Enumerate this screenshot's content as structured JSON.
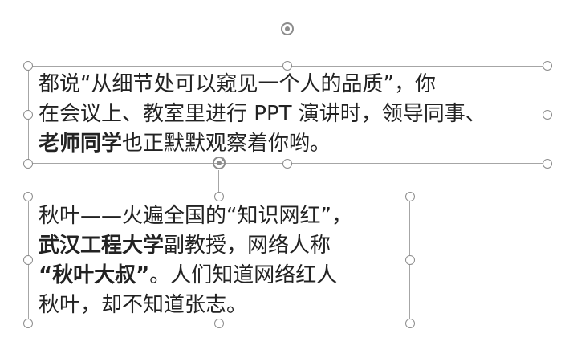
{
  "colors": {
    "frame": "#a6a6a6",
    "handle_border": "#8c8c8c",
    "text": "#222222"
  },
  "textbox1": {
    "lines": [
      [
        {
          "text": "都说“从细节处可以窥见一个人的品质”，你",
          "bold": false
        }
      ],
      [
        {
          "text": "在会议上、教室里进行 PPT 演讲时，领导同事、",
          "bold": false
        }
      ],
      [
        {
          "text": "老师同学",
          "bold": true
        },
        {
          "text": "也正默默观察着你哟。",
          "bold": false
        }
      ]
    ]
  },
  "textbox2": {
    "lines": [
      [
        {
          "text": "秋叶——火遍全国的“知识网红”，",
          "bold": false
        }
      ],
      [
        {
          "text": "武汉工程大学",
          "bold": true
        },
        {
          "text": "副教授，网络人称",
          "bold": false
        }
      ],
      [
        {
          "text": "“秋叶大叔”",
          "bold": true
        },
        {
          "text": "。人们知道网络红人",
          "bold": false
        }
      ],
      [
        {
          "text": "秋叶，却不知道张志。",
          "bold": false
        }
      ]
    ]
  },
  "icons": {
    "rotate": "rotate-handle-icon",
    "resize": "resize-handle-icon"
  }
}
